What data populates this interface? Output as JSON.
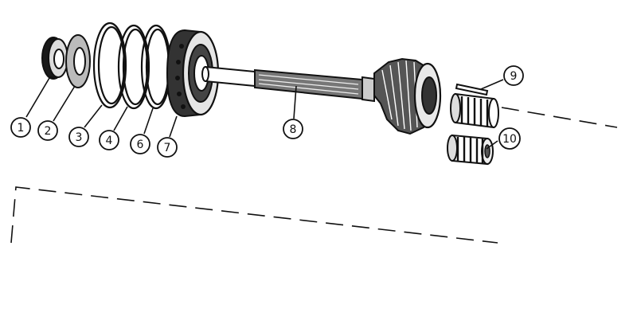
{
  "diagram": {
    "colors": {
      "ink": "#111111",
      "paper": "#ffffff"
    },
    "parts": [
      {
        "id": "part-1",
        "label": "1"
      },
      {
        "id": "part-2",
        "label": "2"
      },
      {
        "id": "part-3",
        "label": "3"
      },
      {
        "id": "part-4",
        "label": "4"
      },
      {
        "id": "part-6",
        "label": "6"
      },
      {
        "id": "part-7",
        "label": "7"
      },
      {
        "id": "part-8",
        "label": "8"
      },
      {
        "id": "part-9",
        "label": "9"
      },
      {
        "id": "part-10",
        "label": "10"
      }
    ]
  }
}
